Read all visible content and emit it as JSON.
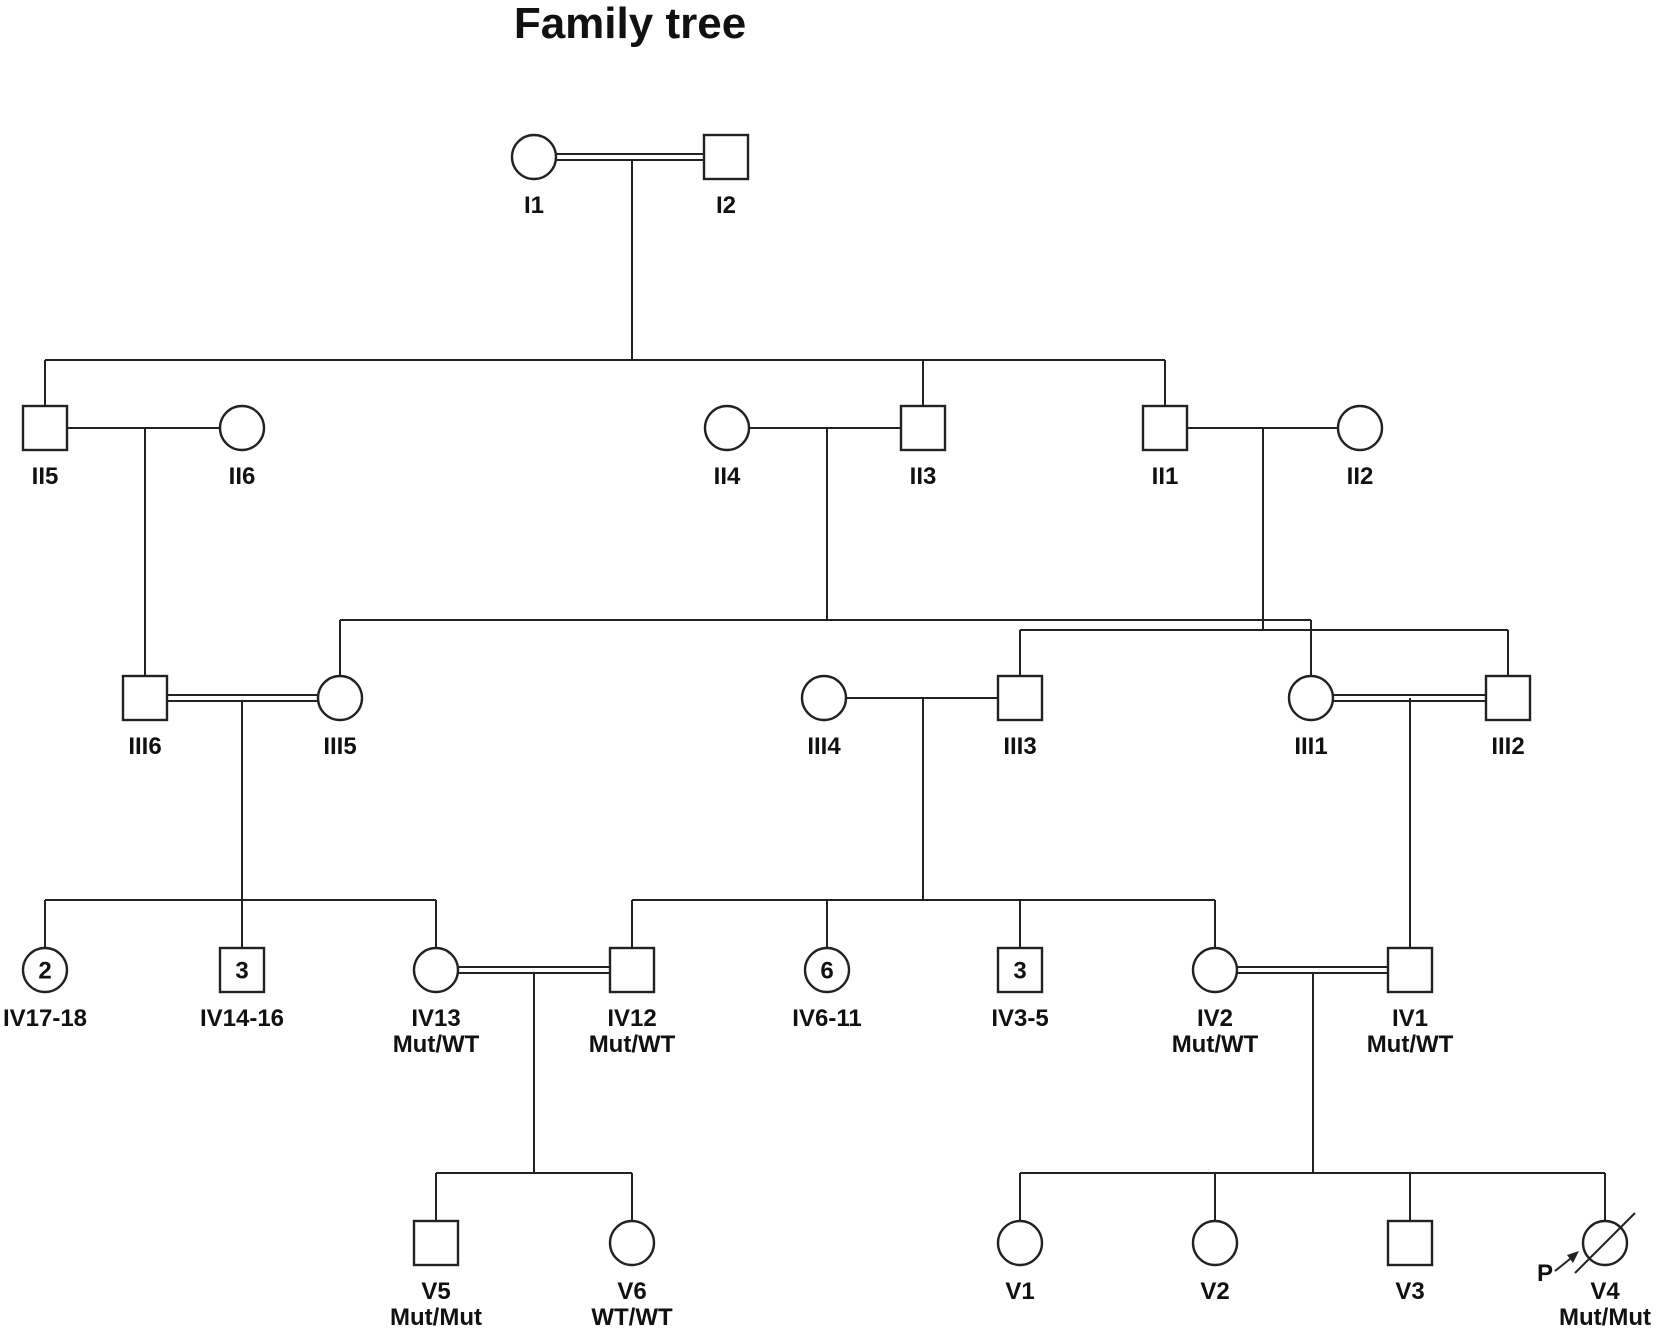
{
  "title": "Family tree",
  "proband_marker": "P",
  "legend": {
    "affected_color": "#000000",
    "unaffected_color": "#ffffff",
    "line_color": "#222222"
  },
  "individuals": [
    {
      "id": "I1",
      "label": "I1",
      "sex": "female",
      "affected": false
    },
    {
      "id": "I2",
      "label": "I2",
      "sex": "male",
      "affected": false
    },
    {
      "id": "II5",
      "label": "II5",
      "sex": "male",
      "affected": false
    },
    {
      "id": "II6",
      "label": "II6",
      "sex": "female",
      "affected": false
    },
    {
      "id": "II4",
      "label": "II4",
      "sex": "female",
      "affected": false
    },
    {
      "id": "II3",
      "label": "II3",
      "sex": "male",
      "affected": false
    },
    {
      "id": "II1",
      "label": "II1",
      "sex": "male",
      "affected": false
    },
    {
      "id": "II2",
      "label": "II2",
      "sex": "female",
      "affected": false
    },
    {
      "id": "III6",
      "label": "III6",
      "sex": "male",
      "affected": false
    },
    {
      "id": "III5",
      "label": "III5",
      "sex": "female",
      "affected": false
    },
    {
      "id": "III4",
      "label": "III4",
      "sex": "female",
      "affected": false
    },
    {
      "id": "III3",
      "label": "III3",
      "sex": "male",
      "affected": false
    },
    {
      "id": "III1",
      "label": "III1",
      "sex": "female",
      "affected": false
    },
    {
      "id": "III2",
      "label": "III2",
      "sex": "male",
      "affected": false
    },
    {
      "id": "IV17-18",
      "label": "IV17-18",
      "sex": "female",
      "affected": false,
      "count": "2"
    },
    {
      "id": "IV14-16",
      "label": "IV14-16",
      "sex": "male",
      "affected": false,
      "count": "3"
    },
    {
      "id": "IV13",
      "label": "IV13",
      "genotype": "Mut/WT",
      "sex": "female",
      "affected": false
    },
    {
      "id": "IV12",
      "label": "IV12",
      "genotype": "Mut/WT",
      "sex": "male",
      "affected": false
    },
    {
      "id": "IV6-11",
      "label": "IV6-11",
      "sex": "female",
      "affected": false,
      "count": "6"
    },
    {
      "id": "IV3-5",
      "label": "IV3-5",
      "sex": "male",
      "affected": false,
      "count": "3"
    },
    {
      "id": "IV2",
      "label": "IV2",
      "genotype": "Mut/WT",
      "sex": "female",
      "affected": false
    },
    {
      "id": "IV1",
      "label": "IV1",
      "genotype": "Mut/WT",
      "sex": "male",
      "affected": false
    },
    {
      "id": "V5",
      "label": "V5",
      "genotype": "Mut/Mut",
      "sex": "male",
      "affected": true
    },
    {
      "id": "V6",
      "label": "V6",
      "genotype": "WT/WT",
      "sex": "female",
      "affected": false
    },
    {
      "id": "V1",
      "label": "V1",
      "sex": "female",
      "affected": false
    },
    {
      "id": "V2",
      "label": "V2",
      "sex": "female",
      "affected": false
    },
    {
      "id": "V3",
      "label": "V3",
      "sex": "male",
      "affected": false
    },
    {
      "id": "V4",
      "label": "V4",
      "genotype": "Mut/Mut",
      "sex": "female",
      "affected": true,
      "deceased": true,
      "proband": true
    }
  ],
  "unions": [
    {
      "partners": [
        "I1",
        "I2"
      ],
      "consanguineous": true,
      "children": [
        "II5",
        "II3",
        "II1"
      ]
    },
    {
      "partners": [
        "II5",
        "II6"
      ],
      "consanguineous": false,
      "children": [
        "III6"
      ]
    },
    {
      "partners": [
        "II4",
        "II3"
      ],
      "consanguineous": false,
      "children": [
        "III5",
        "III1"
      ]
    },
    {
      "partners": [
        "II1",
        "II2"
      ],
      "consanguineous": false,
      "children": [
        "III3",
        "III2"
      ]
    },
    {
      "partners": [
        "III6",
        "III5"
      ],
      "consanguineous": true,
      "children": [
        "IV17-18",
        "IV14-16",
        "IV13"
      ]
    },
    {
      "partners": [
        "III4",
        "III3"
      ],
      "consanguineous": false,
      "children": [
        "IV12",
        "IV6-11",
        "IV3-5",
        "IV2"
      ]
    },
    {
      "partners": [
        "III1",
        "III2"
      ],
      "consanguineous": true,
      "children": [
        "IV1"
      ]
    },
    {
      "partners": [
        "IV13",
        "IV12"
      ],
      "consanguineous": true,
      "children": [
        "V5",
        "V6"
      ]
    },
    {
      "partners": [
        "IV2",
        "IV1"
      ],
      "consanguineous": true,
      "children": [
        "V1",
        "V2",
        "V3",
        "V4"
      ]
    }
  ]
}
